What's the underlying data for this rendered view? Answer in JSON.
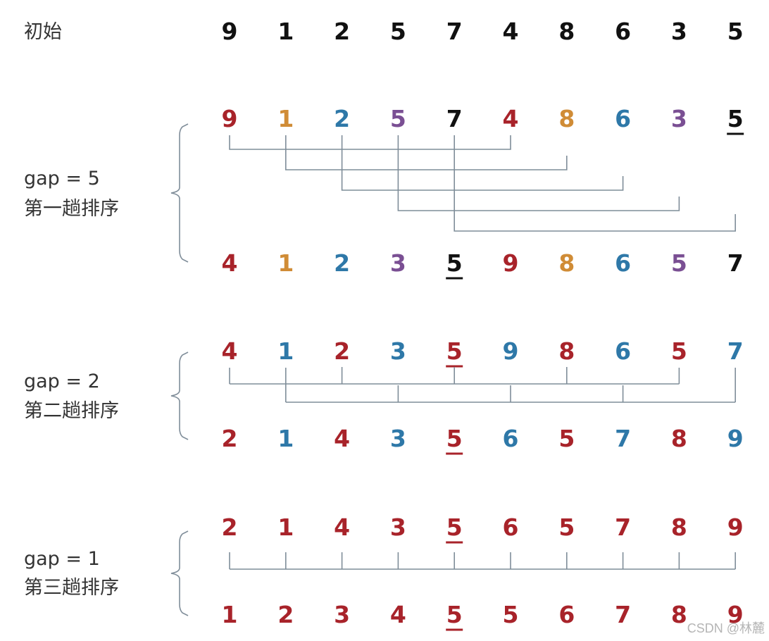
{
  "colors": {
    "black": "#111111",
    "red": "#a8232a",
    "orange": "#d08c36",
    "blue": "#2e78a8",
    "purple": "#7a4f93",
    "connector": "#7f8d99"
  },
  "initial": {
    "label": "初始",
    "values": [
      9,
      1,
      2,
      5,
      7,
      4,
      8,
      6,
      3,
      5
    ],
    "colors": [
      "black",
      "black",
      "black",
      "black",
      "black",
      "black",
      "black",
      "black",
      "black",
      "black"
    ],
    "underline": null
  },
  "passes": [
    {
      "gap_label": "gap = 5",
      "pass_label": "第一趟排序",
      "before": {
        "values": [
          9,
          1,
          2,
          5,
          7,
          4,
          8,
          6,
          3,
          5
        ],
        "colors": [
          "red",
          "orange",
          "blue",
          "purple",
          "black",
          "red",
          "orange",
          "blue",
          "purple",
          "black"
        ],
        "underline": 9
      },
      "after": {
        "values": [
          4,
          1,
          2,
          3,
          5,
          9,
          8,
          6,
          5,
          7
        ],
        "colors": [
          "red",
          "orange",
          "blue",
          "purple",
          "black",
          "red",
          "orange",
          "blue",
          "purple",
          "black"
        ],
        "underline": 4
      }
    },
    {
      "gap_label": "gap = 2",
      "pass_label": "第二趟排序",
      "before": {
        "values": [
          4,
          1,
          2,
          3,
          5,
          9,
          8,
          6,
          5,
          7
        ],
        "colors": [
          "red",
          "blue",
          "red",
          "blue",
          "red",
          "blue",
          "red",
          "blue",
          "red",
          "blue"
        ],
        "underline": 4
      },
      "after": {
        "values": [
          2,
          1,
          4,
          3,
          5,
          6,
          5,
          7,
          8,
          9
        ],
        "colors": [
          "red",
          "blue",
          "red",
          "blue",
          "red",
          "blue",
          "red",
          "blue",
          "red",
          "blue"
        ],
        "underline": 4
      }
    },
    {
      "gap_label": "gap = 1",
      "pass_label": "第三趟排序",
      "before": {
        "values": [
          2,
          1,
          4,
          3,
          5,
          6,
          5,
          7,
          8,
          9
        ],
        "colors": [
          "red",
          "red",
          "red",
          "red",
          "red",
          "red",
          "red",
          "red",
          "red",
          "red"
        ],
        "underline": 4
      },
      "after": {
        "values": [
          1,
          2,
          3,
          4,
          5,
          5,
          6,
          7,
          8,
          9
        ],
        "colors": [
          "red",
          "red",
          "red",
          "red",
          "red",
          "red",
          "red",
          "red",
          "red",
          "red"
        ],
        "underline": 4
      }
    }
  ],
  "watermark": "CSDN @林麓"
}
